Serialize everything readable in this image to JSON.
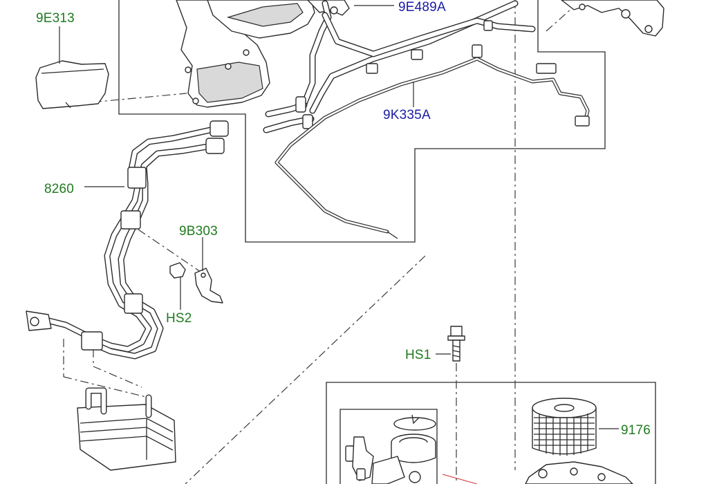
{
  "colors": {
    "callout_green": "#1f7a1f",
    "callout_blue": "#1a1aa6",
    "linework": "#2a2a2a"
  },
  "callouts": [
    {
      "id": "9e313",
      "text": "9E313",
      "color": "green"
    },
    {
      "id": "9e489a",
      "text": "9E489A",
      "color": "blue"
    },
    {
      "id": "9k335a",
      "text": "9K335A",
      "color": "blue"
    },
    {
      "id": "8260",
      "text": "8260",
      "color": "green"
    },
    {
      "id": "9b303",
      "text": "9B303",
      "color": "green"
    },
    {
      "id": "hs2",
      "text": "HS2",
      "color": "green"
    },
    {
      "id": "hs1",
      "text": "HS1",
      "color": "green"
    },
    {
      "id": "9176",
      "text": "9176",
      "color": "green"
    }
  ]
}
